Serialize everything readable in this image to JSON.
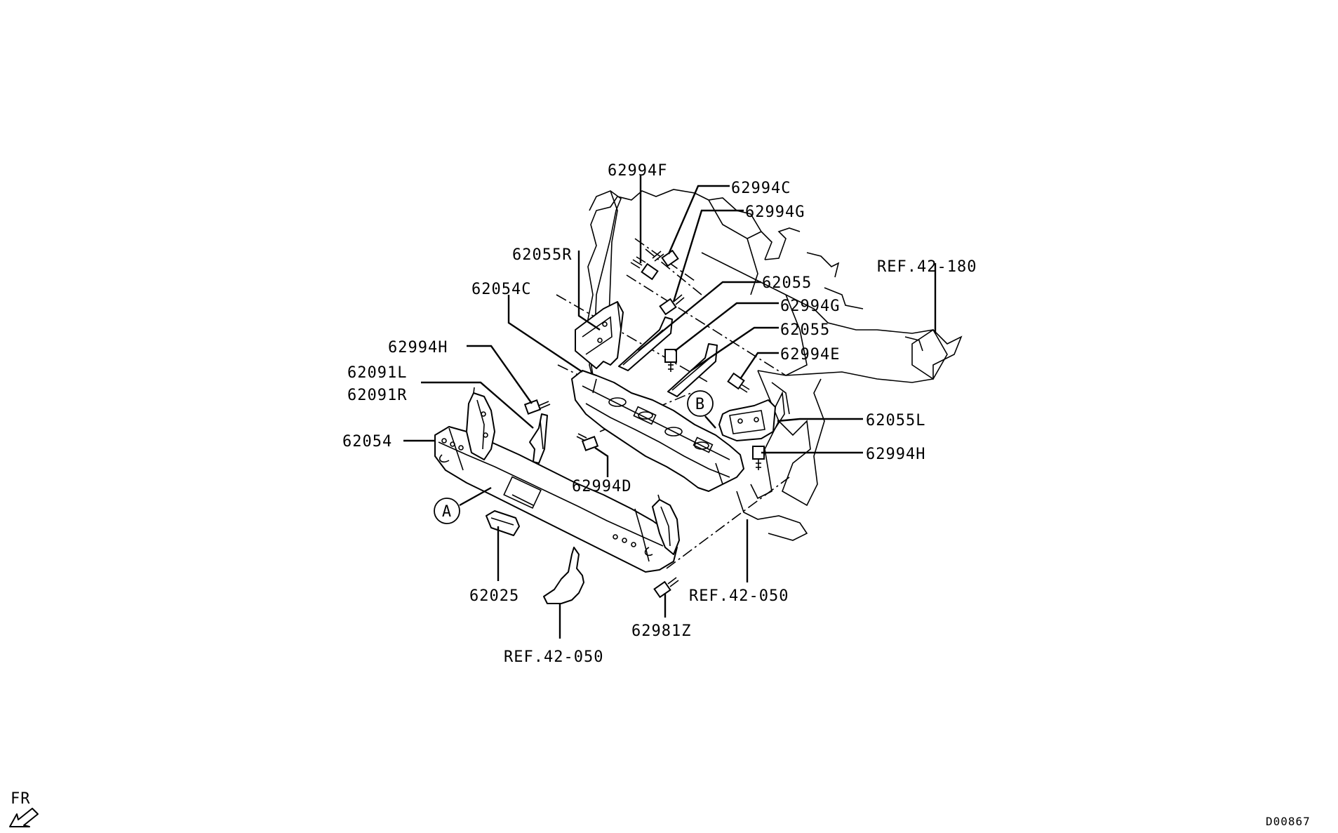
{
  "diagram": {
    "part_labels": {
      "p62994F": "62994F",
      "p62994C": "62994C",
      "p62994G_top": "62994G",
      "p62055R": "62055R",
      "p62054C": "62054C",
      "p62055_top": "62055",
      "p62994G_mid": "62994G",
      "p62055_mid": "62055",
      "p62994E": "62994E",
      "p62994H_left": "62994H",
      "p62091L": "62091L",
      "p62091R": "62091R",
      "p62054": "62054",
      "p62994D": "62994D",
      "p62055L": "62055L",
      "p62994H_right": "62994H",
      "p62025": "62025",
      "p62981Z": "62981Z"
    },
    "refs": {
      "ref_42_180": "REF.42-180",
      "ref_42_050_right": "REF.42-050",
      "ref_42_050_bottom": "REF.42-050"
    },
    "callouts": {
      "a": "A",
      "b": "B"
    },
    "orientation": "FR",
    "diagram_id": "D00867"
  }
}
